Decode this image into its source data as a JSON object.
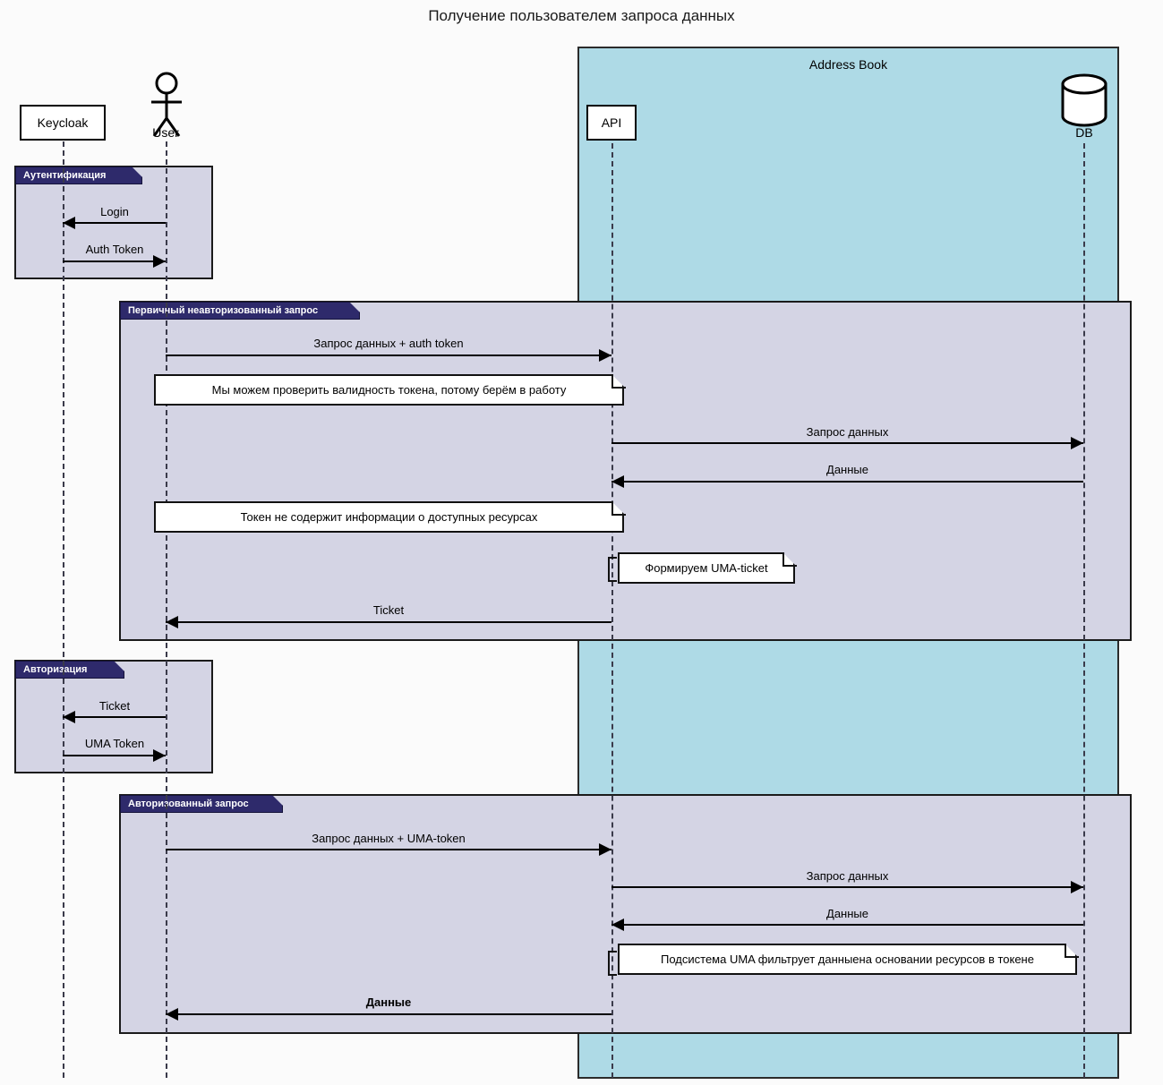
{
  "diagram": {
    "title": "Получение пользователем запроса данных",
    "colors": {
      "fragment_fill": "#d4d4e4",
      "fragment_header": "#2e2a6b",
      "container_fill": "#aedae6",
      "note_fill": "#ffffff",
      "stroke": "#000000"
    }
  },
  "container": {
    "name": "address-book",
    "title": "Address Book"
  },
  "participants": [
    {
      "id": "keycloak",
      "label": "Keycloak",
      "kind": "box"
    },
    {
      "id": "user",
      "label": "User",
      "kind": "actor"
    },
    {
      "id": "api",
      "label": "API",
      "kind": "box"
    },
    {
      "id": "db",
      "label": "DB",
      "kind": "database"
    }
  ],
  "fragments": [
    {
      "id": "auth",
      "label": "Аутентификация"
    },
    {
      "id": "first-req",
      "label": "Первичный неавторизованный запрос"
    },
    {
      "id": "authz",
      "label": "Авторизация"
    },
    {
      "id": "authz-req",
      "label": "Авторизованный запрос"
    }
  ],
  "messages": [
    {
      "id": "m1",
      "label": "Login",
      "from": "user",
      "to": "keycloak",
      "direction": "left",
      "bold": false
    },
    {
      "id": "m2",
      "label": "Auth Token",
      "from": "keycloak",
      "to": "user",
      "direction": "right",
      "bold": false
    },
    {
      "id": "m3",
      "label": "Запрос данных + auth token",
      "from": "user",
      "to": "api",
      "direction": "right",
      "bold": false
    },
    {
      "id": "m4",
      "label": "Запрос данных",
      "from": "api",
      "to": "db",
      "direction": "right",
      "bold": false
    },
    {
      "id": "m5",
      "label": "Данные",
      "from": "db",
      "to": "api",
      "direction": "left",
      "bold": false
    },
    {
      "id": "m6",
      "label": "Ticket",
      "from": "api",
      "to": "user",
      "direction": "left",
      "bold": false
    },
    {
      "id": "m7",
      "label": "Ticket",
      "from": "user",
      "to": "keycloak",
      "direction": "left",
      "bold": false
    },
    {
      "id": "m8",
      "label": "UMA Token",
      "from": "keycloak",
      "to": "user",
      "direction": "right",
      "bold": false
    },
    {
      "id": "m9",
      "label": "Запрос данных + UMA-token",
      "from": "user",
      "to": "api",
      "direction": "right",
      "bold": false
    },
    {
      "id": "m10",
      "label": "Запрос данных",
      "from": "api",
      "to": "db",
      "direction": "right",
      "bold": false
    },
    {
      "id": "m11",
      "label": "Данные",
      "from": "db",
      "to": "api",
      "direction": "left",
      "bold": false
    },
    {
      "id": "m12",
      "label": "Данные",
      "from": "api",
      "to": "user",
      "direction": "left",
      "bold": true
    }
  ],
  "notes": [
    {
      "id": "n1",
      "text": "Мы можем проверить валидность токена, потому берём в работу"
    },
    {
      "id": "n2",
      "text": "Токен не содержит информации о доступных ресурсах"
    },
    {
      "id": "n3",
      "text": "Формируем UMA-ticket"
    },
    {
      "id": "n4",
      "text": "Подсистема UMA фильтрует данныена основании ресурсов в токене"
    }
  ]
}
